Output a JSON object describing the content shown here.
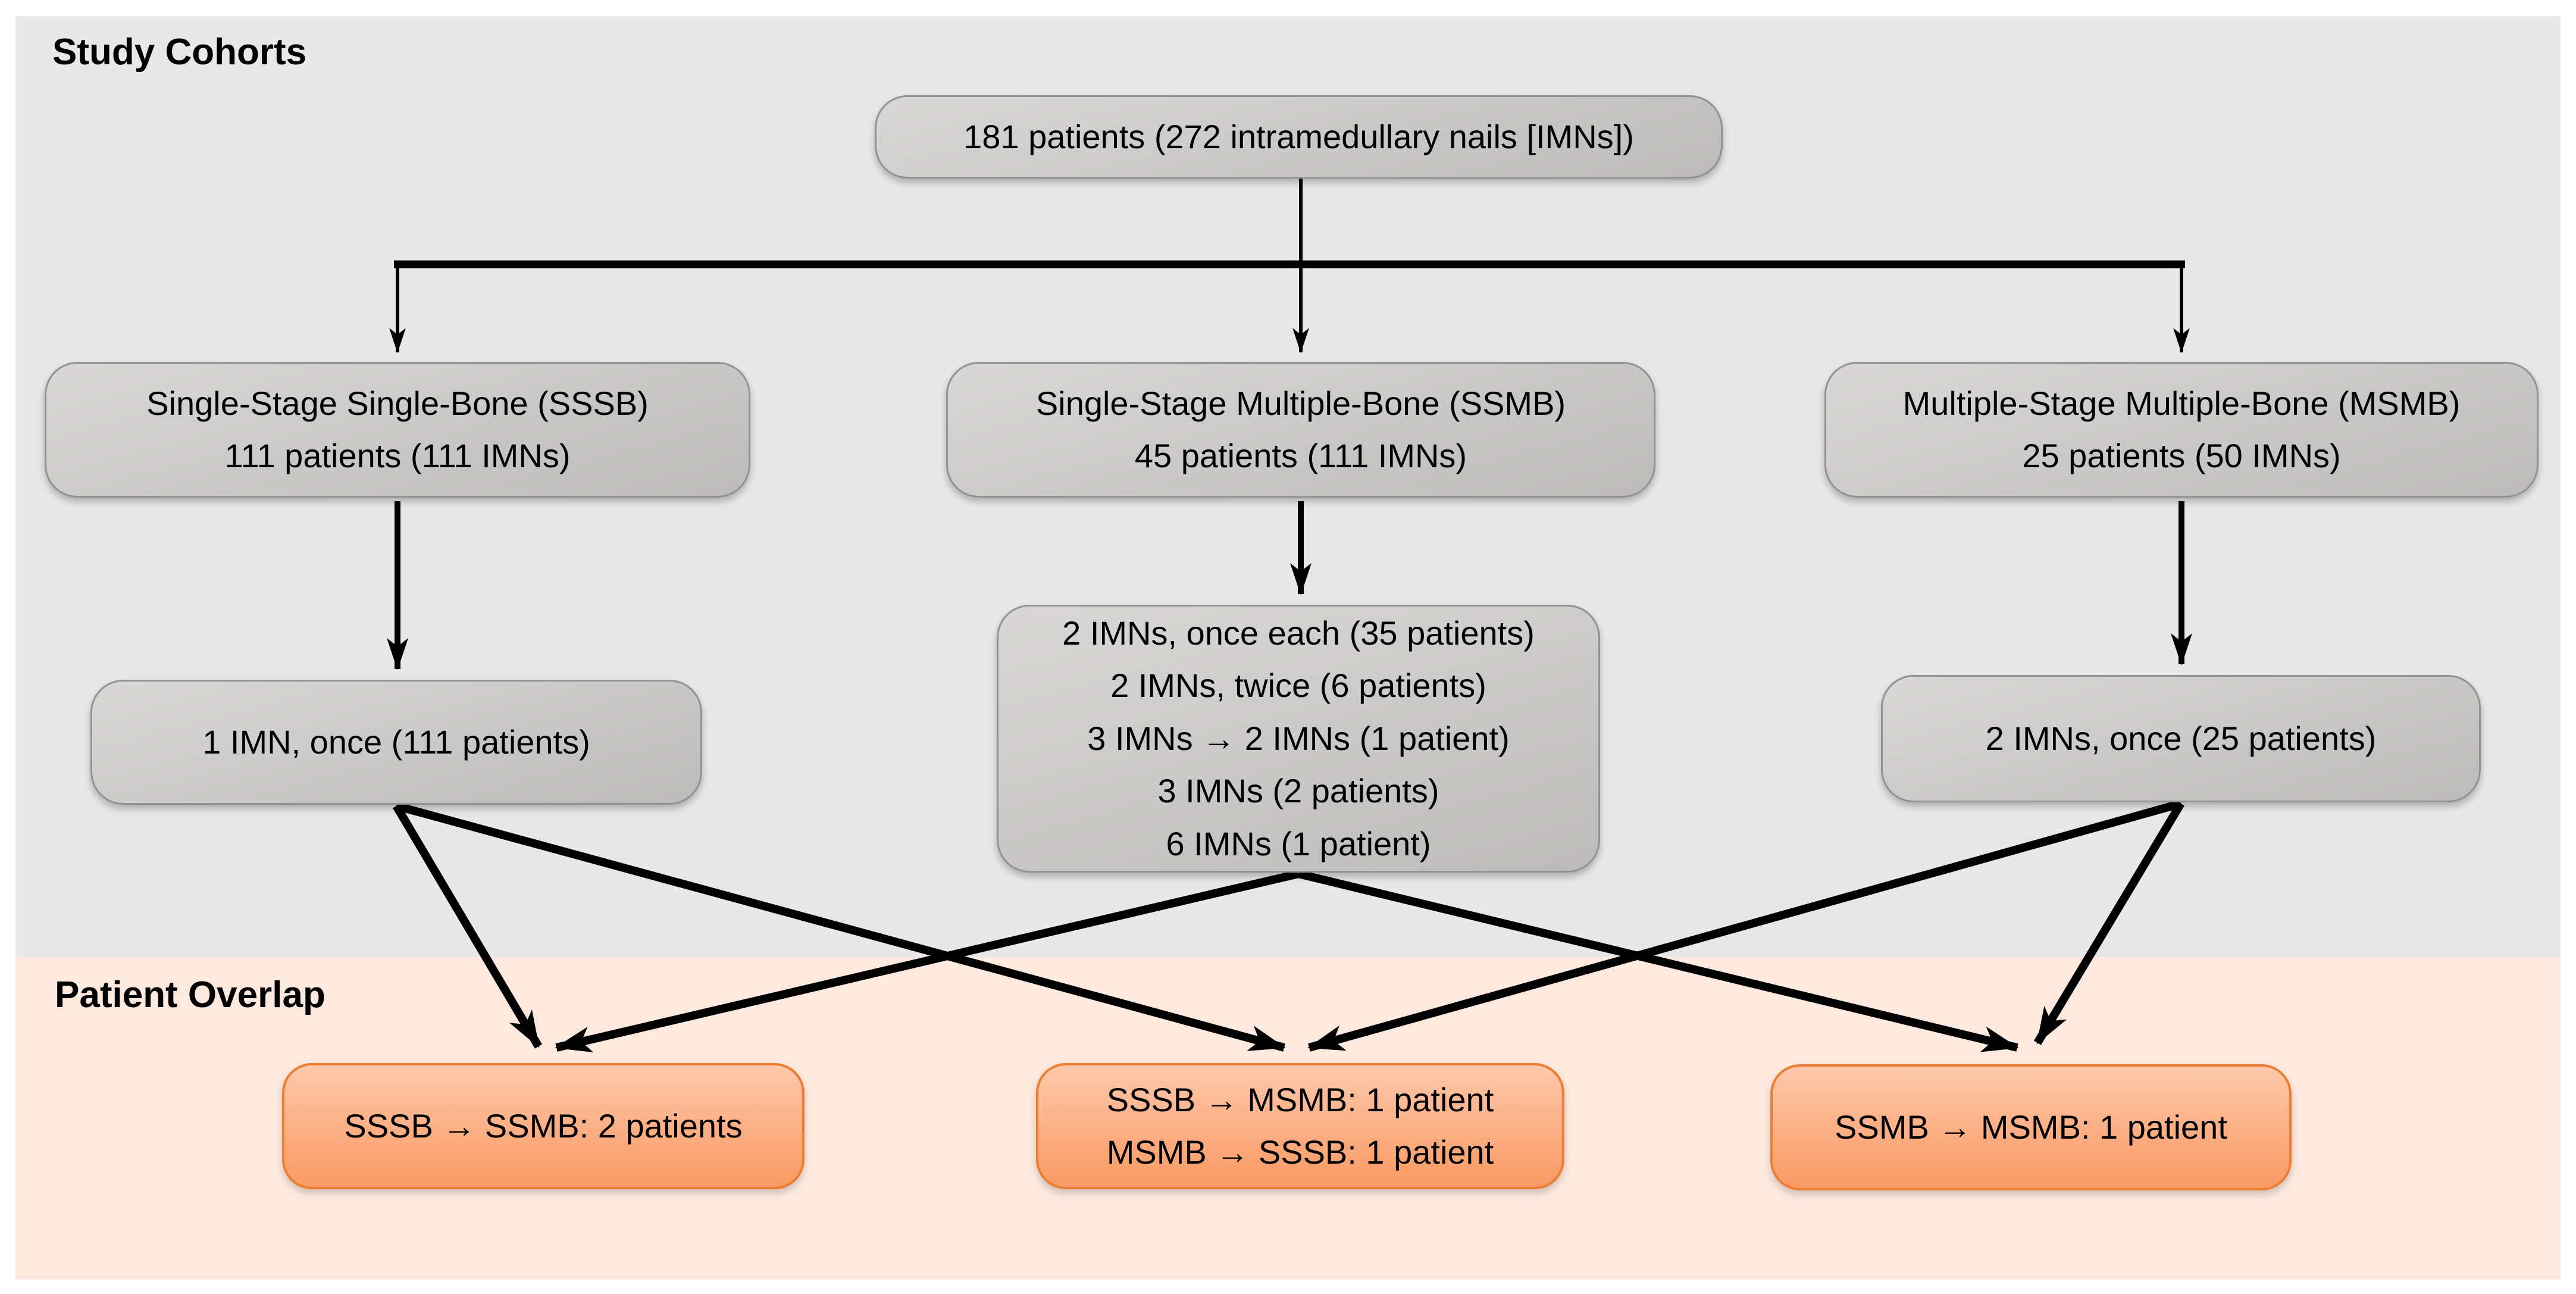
{
  "sections": {
    "cohorts_label": "Study Cohorts",
    "overlap_label": "Patient Overlap"
  },
  "boxes": {
    "total": {
      "lines": [
        "181 patients (272 intramedullary nails [IMNs])"
      ]
    },
    "sssb": {
      "lines": [
        "Single-Stage Single-Bone (SSSB)",
        "111 patients (111 IMNs)"
      ]
    },
    "ssmb": {
      "lines": [
        "Single-Stage Multiple-Bone (SSMB)",
        "45 patients (111 IMNs)"
      ]
    },
    "msmb": {
      "lines": [
        "Multiple-Stage Multiple-Bone (MSMB)",
        "25 patients (50 IMNs)"
      ]
    },
    "sssb_detail": {
      "lines": [
        "1 IMN, once (111 patients)"
      ]
    },
    "ssmb_detail": {
      "lines": [
        "2 IMNs, once each (35 patients)",
        "2 IMNs, twice (6 patients)",
        "3 IMNs → 2 IMNs (1 patient)",
        "3 IMNs (2 patients)",
        "6 IMNs (1 patient)"
      ]
    },
    "msmb_detail": {
      "lines": [
        "2 IMNs, once (25 patients)"
      ]
    },
    "overlap_sssb_ssmb": {
      "lines": [
        "SSSB → SSMB: 2 patients"
      ]
    },
    "overlap_sssb_msmb": {
      "lines": [
        "SSSB → MSMB: 1 patient",
        "MSMB → SSSB: 1 patient"
      ]
    },
    "overlap_ssmb_msmb": {
      "lines": [
        "SSMB → MSMB: 1 patient"
      ]
    }
  },
  "edges": [
    "total -> sssb",
    "total -> ssmb",
    "total -> msmb",
    "sssb -> sssb_detail",
    "ssmb -> ssmb_detail",
    "msmb -> msmb_detail",
    "sssb_detail -> overlap_sssb_ssmb",
    "ssmb_detail -> overlap_sssb_ssmb",
    "sssb_detail -> overlap_sssb_msmb",
    "msmb_detail -> overlap_sssb_msmb",
    "ssmb_detail -> overlap_ssmb_msmb",
    "msmb_detail -> overlap_ssmb_msmb"
  ],
  "colors": {
    "cohort_band_bg": "#e8e8e8",
    "overlap_band_bg": "#fde9de",
    "gray_box_top": "#d9d8d7",
    "gray_box_bottom": "#bcbbba",
    "gray_box_border": "#929292",
    "orange_box_top": "#fdc9ab",
    "orange_box_bottom": "#f99a64",
    "orange_box_border": "#ed7d31",
    "arrow": "#000000",
    "text": "#000000"
  }
}
